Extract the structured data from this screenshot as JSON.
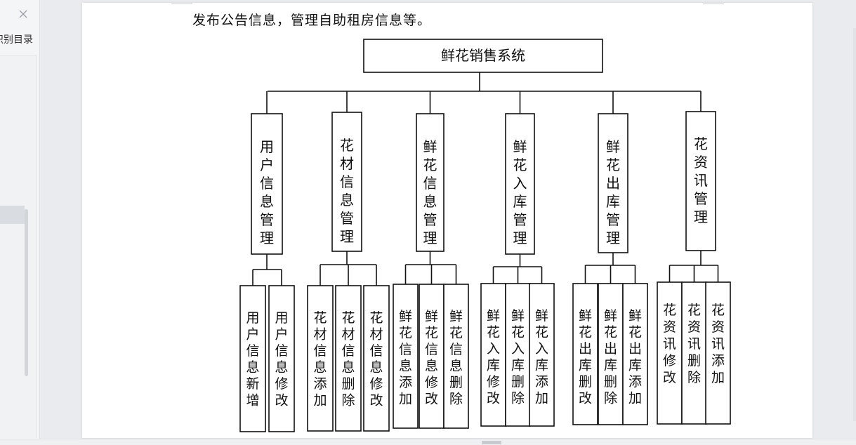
{
  "sidebar": {
    "title": "识别目录",
    "close_icon": "close-icon"
  },
  "document": {
    "intro_text": "发布公告信息，管理自助租房信息等。"
  },
  "diagram": {
    "root": "鲜花销售系统",
    "modules": [
      {
        "label": "用户信息管理",
        "children": [
          "用户信息新增",
          "用户信息修改"
        ]
      },
      {
        "label": "花材信息管理",
        "children": [
          "花材信息添加",
          "花材信息删除",
          "花材信息修改"
        ]
      },
      {
        "label": "鲜花信息管理",
        "children": [
          "鲜花信息添加",
          "鲜花信息修改",
          "鲜花信息删除"
        ]
      },
      {
        "label": "鲜花入库管理",
        "children": [
          "鲜花入库修改",
          "鲜花入库删除",
          "鲜花入库添加"
        ]
      },
      {
        "label": "鲜花出库管理",
        "children": [
          "鲜花出库删改",
          "鲜花出库删除",
          "鲜花出库添加"
        ]
      },
      {
        "label": "花资讯管理",
        "children": [
          "花资讯修改",
          "花资讯删除",
          "花资讯添加"
        ]
      }
    ]
  }
}
